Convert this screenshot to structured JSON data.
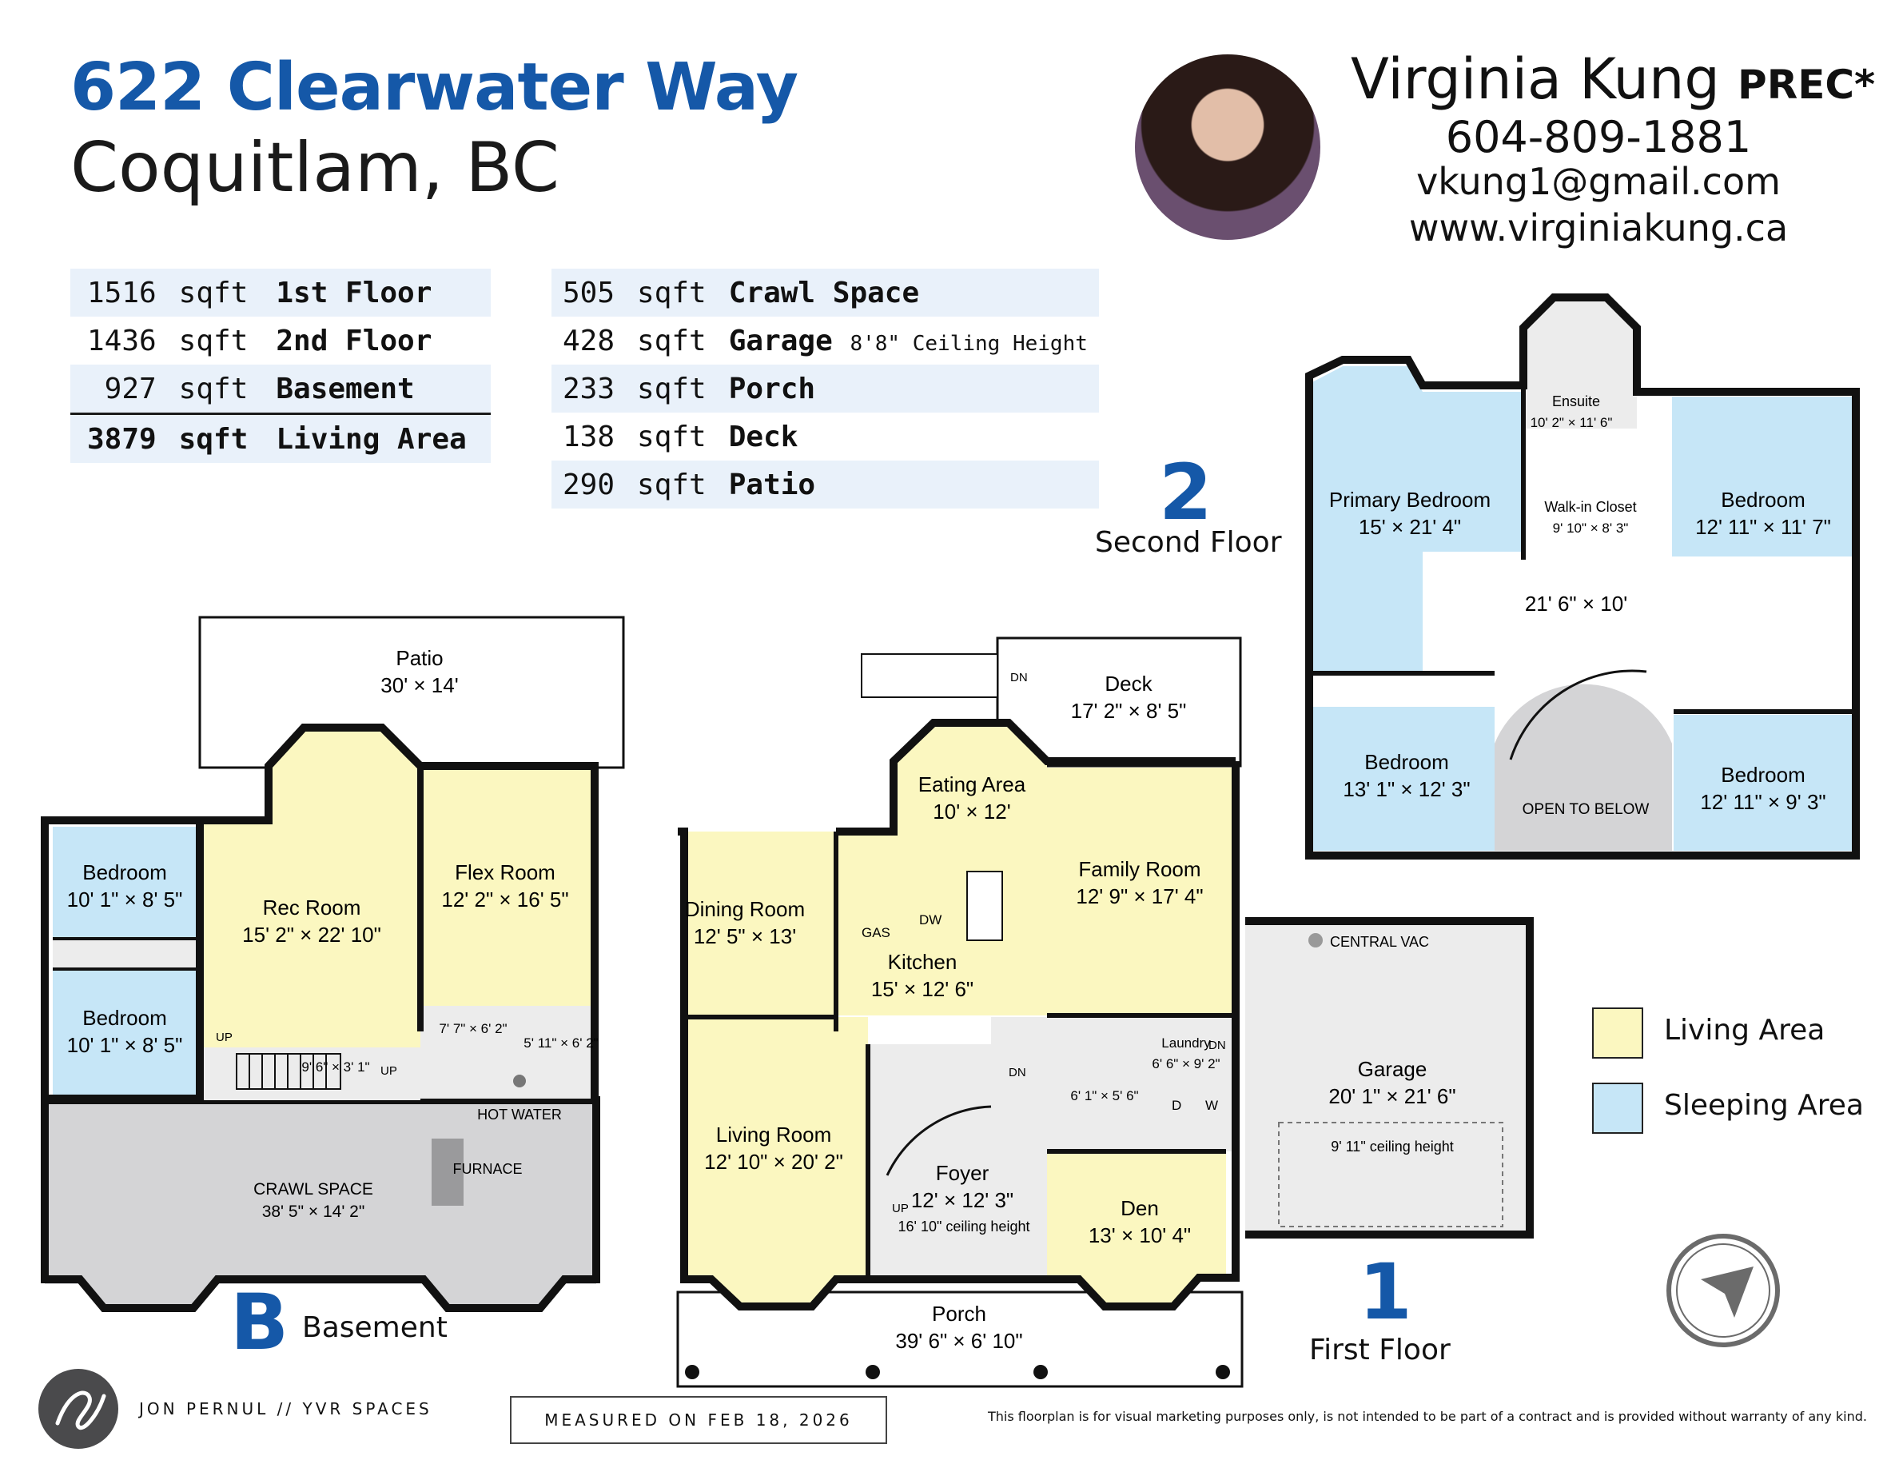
{
  "header": {
    "address": "622 Clearwater Way",
    "city": "Coquitlam, BC"
  },
  "agent": {
    "name": "Virginia Kung",
    "designation": "PREC*",
    "phone": "604-809-1881",
    "email": "vkung1@gmail.com",
    "website": "www.virginiakung.ca"
  },
  "areas_left": [
    {
      "num": "1516",
      "unit": "sqft",
      "label": "1st Floor"
    },
    {
      "num": "1436",
      "unit": "sqft",
      "label": "2nd Floor"
    },
    {
      "num": "927",
      "unit": "sqft",
      "label": "Basement"
    },
    {
      "num": "3879",
      "unit": "sqft",
      "label": "Living Area"
    }
  ],
  "areas_right": [
    {
      "num": "505",
      "unit": "sqft",
      "label": "Crawl Space",
      "note": ""
    },
    {
      "num": "428",
      "unit": "sqft",
      "label": "Garage",
      "note": "8'8\" Ceiling Height"
    },
    {
      "num": "233",
      "unit": "sqft",
      "label": "Porch",
      "note": ""
    },
    {
      "num": "138",
      "unit": "sqft",
      "label": "Deck",
      "note": ""
    },
    {
      "num": "290",
      "unit": "sqft",
      "label": "Patio",
      "note": ""
    }
  ],
  "floors": {
    "second": {
      "num": "2",
      "name": "Second Floor"
    },
    "first": {
      "num": "1",
      "name": "First Floor"
    },
    "basement": {
      "num": "B",
      "name": "Basement"
    }
  },
  "rooms": {
    "patio": {
      "name": "Patio",
      "dim": "30' × 14'"
    },
    "b_bed1": {
      "name": "Bedroom",
      "dim": "10' 1\" × 8' 5\""
    },
    "b_bed2": {
      "name": "Bedroom",
      "dim": "10' 1\" × 8' 5\""
    },
    "rec": {
      "name": "Rec Room",
      "dim": "15' 2\" × 22' 10\""
    },
    "flex": {
      "name": "Flex Room",
      "dim": "12' 2\" × 16' 5\""
    },
    "b_bath": {
      "dim": "7' 7\" × 6' 2\""
    },
    "b_storage": {
      "dim": "5' 11\" × 6' 2\""
    },
    "b_hall": {
      "dim": "9' 6\" × 3' 1\""
    },
    "crawl": {
      "name": "CRAWL SPACE",
      "dim": "38' 5\" × 14' 2\""
    },
    "hot_water": "HOT WATER",
    "furnace": "FURNACE",
    "deck": {
      "name": "Deck",
      "dim": "17' 2\" × 8' 5\""
    },
    "eating": {
      "name": "Eating Area",
      "dim": "10' × 12'"
    },
    "family": {
      "name": "Family Room",
      "dim": "12' 9\" × 17' 4\""
    },
    "dining": {
      "name": "Dining Room",
      "dim": "12' 5\" × 13'"
    },
    "kitchen": {
      "name": "Kitchen",
      "dim": "15' × 12' 6\""
    },
    "living": {
      "name": "Living Room",
      "dim": "12' 10\" × 20' 2\""
    },
    "foyer": {
      "name": "Foyer",
      "dim": "12' × 12' 3\"",
      "note": "16' 10\" ceiling height"
    },
    "den": {
      "name": "Den",
      "dim": "13' × 10' 4\""
    },
    "porch": {
      "name": "Porch",
      "dim": "39' 6\" × 6' 10\""
    },
    "laundry": {
      "name": "Laundry",
      "dim": "6' 6\" × 9' 2\""
    },
    "powder": {
      "dim": "6' 1\" × 5' 6\""
    },
    "garage": {
      "name": "Garage",
      "dim": "20' 1\" × 21' 6\"",
      "note": "9' 11\" ceiling height"
    },
    "central_vac": "CENTRAL VAC",
    "primary": {
      "name": "Primary Bedroom",
      "dim": "15' × 21' 4\""
    },
    "ensuite": {
      "name": "Ensuite",
      "dim": "10' 2\" × 11' 6\""
    },
    "walkin": {
      "name": "Walk-in Closet",
      "dim": "9' 10\" × 8' 3\""
    },
    "u_bed1": {
      "name": "Bedroom",
      "dim": "12' 11\" × 11' 7\""
    },
    "u_hall": {
      "dim": "21' 6\" × 10'"
    },
    "u_bed2": {
      "name": "Bedroom",
      "dim": "13' 1\" × 12' 3\""
    },
    "open_below": "OPEN TO BELOW",
    "u_bed3": {
      "name": "Bedroom",
      "dim": "12' 11\" × 9' 3\""
    }
  },
  "marks": {
    "up": "UP",
    "dn": "DN",
    "gas": "GAS",
    "dw": "DW",
    "d": "D",
    "w": "W"
  },
  "legend": [
    {
      "label": "Living Area",
      "color": "#fbf7c0"
    },
    {
      "label": "Sleeping Area",
      "color": "#c6e6f7"
    }
  ],
  "colors": {
    "living": "#fbf7c0",
    "sleeping": "#c6e6f7",
    "utility": "#d4d4d6",
    "neutral": "#ececec",
    "accent": "#1558a8"
  },
  "footer": {
    "credit": "JON PERNUL // YVR SPACES",
    "measured": "MEASURED ON FEB 18, 2026",
    "disclaimer": "This floorplan is for visual marketing purposes only, is not intended to be part of a contract and is provided without warranty of any kind."
  }
}
